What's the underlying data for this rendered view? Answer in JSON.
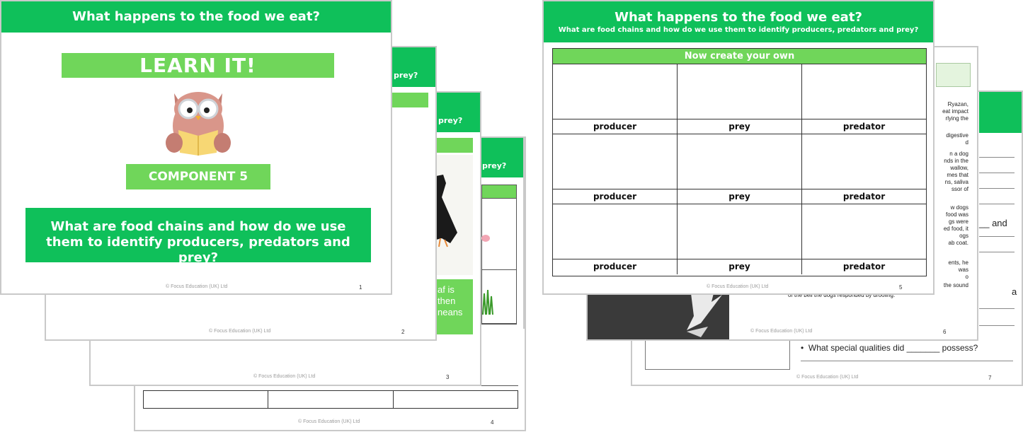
{
  "left_deck": {
    "slide4": {
      "header_fragment": "prey?",
      "footer": "© Focus Education (UK) Ltd",
      "page": "4"
    },
    "slide3": {
      "header_fragment": "prey?",
      "footer": "© Focus Education (UK) Ltd",
      "page": "3",
      "green_box_lines": [
        "af is",
        "then",
        "neans"
      ]
    },
    "slide2": {
      "header_fragment": "prey?",
      "footer": "© Focus Education (UK) Ltd",
      "page": "2"
    },
    "slide1": {
      "title": "What happens to the food we eat?",
      "learn_label": "LEARN IT!",
      "component_label": "COMPONENT 5",
      "question": "What are food chains and how do we use them to identify producers, predators and prey?",
      "footer": "© Focus Education (UK) Ltd",
      "page": "1"
    }
  },
  "right_deck": {
    "slide7": {
      "footer": "© Focus Education (UK) Ltd",
      "page": "7",
      "fragments": [
        "__ and",
        "a"
      ],
      "question": "What special qualities did _______ possess?"
    },
    "slide6": {
      "footer": "© Focus Education (UK) Ltd",
      "page": "6",
      "text_fragments": [
        "Ryazan,",
        "eat impact",
        "rlying the",
        "digestive",
        "d",
        "n a dog",
        "nds in the",
        "wallow,",
        "mes that",
        "ns, saliva",
        "ssor of",
        "w dogs",
        "food was",
        "gs were",
        "ed food, it",
        "ogs",
        "ab coat.",
        "ents, he",
        "was",
        "o",
        "the sound",
        "of the bell the dogs responded by drooling."
      ]
    },
    "slide5": {
      "title": "What happens to the food we eat?",
      "subtitle": "What are food chains and how do we use them to identify producers, predators and prey?",
      "table_title": "Now create your own",
      "rows": [
        [
          "producer",
          "prey",
          "predator"
        ],
        [
          "producer",
          "prey",
          "predator"
        ],
        [
          "producer",
          "prey",
          "predator"
        ]
      ],
      "footer": "© Focus Education (UK) Ltd",
      "page": "5"
    }
  },
  "colors": {
    "header_green": "#0fc05a",
    "accent_green": "#70d65a",
    "owl_pink": "#d9968a",
    "book_yellow": "#f7d774"
  }
}
